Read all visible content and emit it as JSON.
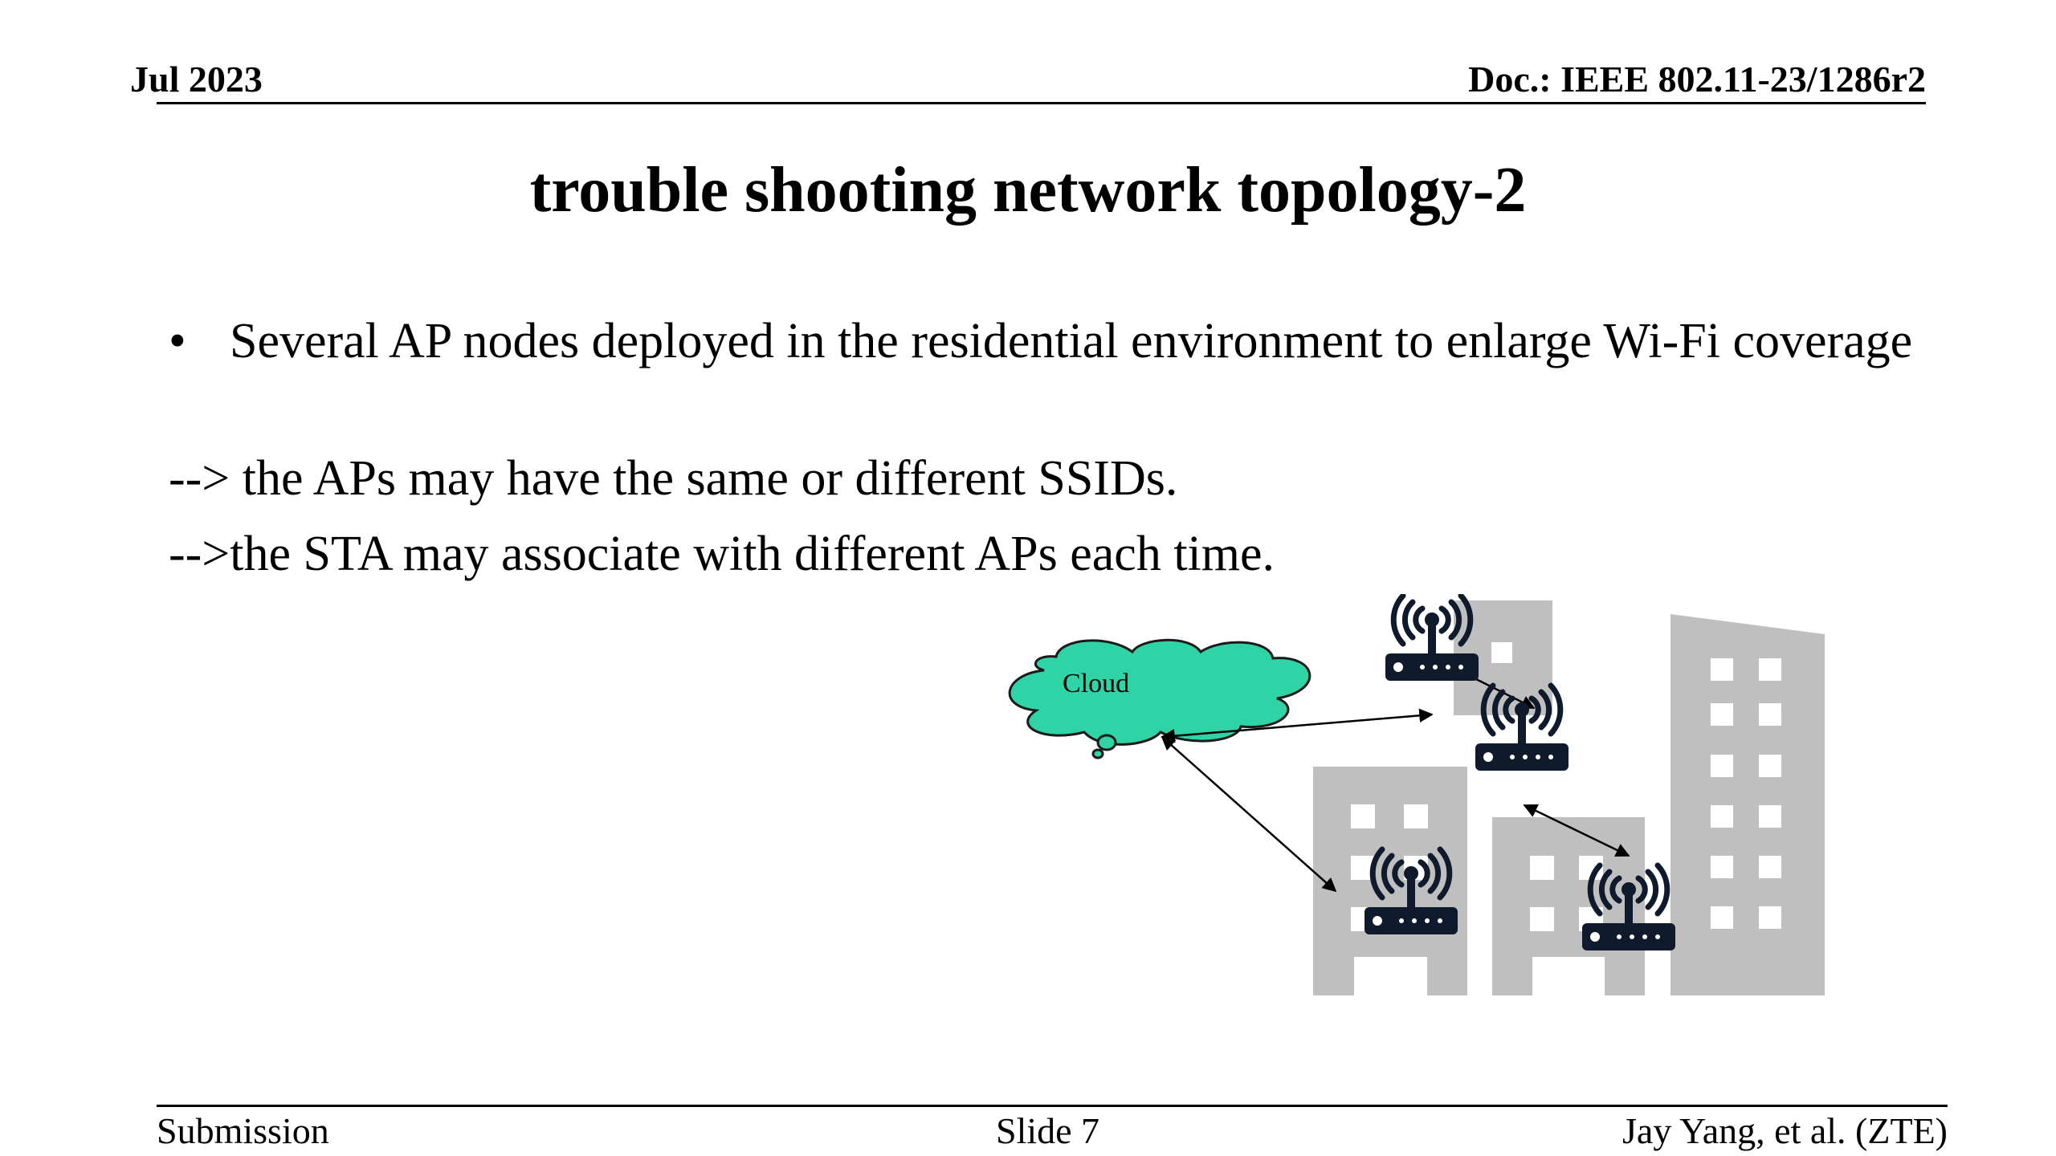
{
  "header": {
    "date": "Jul 2023",
    "doc_id": "Doc.: IEEE 802.11-23/1286r2"
  },
  "slide": {
    "title": "trouble shooting network topology-2",
    "bullet_marker": "•",
    "bullet_text": "Several AP nodes deployed in the residential environment  to enlarge Wi-Fi coverage",
    "line1": "--> the APs may have the same or different SSIDs.",
    "line2": "-->the STA may associate with different APs each time."
  },
  "diagram": {
    "cloud_label": "Cloud",
    "colors": {
      "cloud_fill": "#2ed3a6",
      "building": "#bfbfbf",
      "window": "#ffffff",
      "router": "#0f1a2c"
    },
    "router_icon": "wifi-router-icon",
    "building_icon": "building-icon"
  },
  "footer": {
    "left": "Submission",
    "center": "Slide 7",
    "right": "Jay Yang, et al. (ZTE)"
  }
}
